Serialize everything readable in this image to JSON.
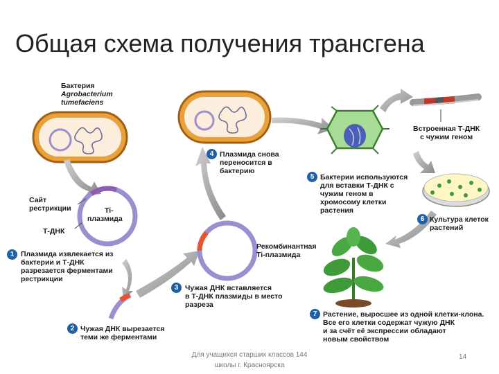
{
  "title": "Общая схема получения трансгена",
  "labels": {
    "bacterium_l1": "Бактерия",
    "bacterium_l2": "Agrobacterium",
    "bacterium_l3": "tumefaciens",
    "restriction_site_l1": "Сайт",
    "restriction_site_l2": "рестрикции",
    "ti_plasmid_l1": "Ti-",
    "ti_plasmid_l2": "плазмида",
    "t_dna": "Т-ДНК",
    "recombinant_l1": "Рекомбинантная",
    "recombinant_l2": "Ti-плазмида",
    "integrated_l1": "Встроенная Т-ДНК",
    "integrated_l2": "с чужим геном"
  },
  "steps": [
    {
      "num": "1",
      "lines": [
        "Плазмида извлекается из",
        "бактерии и Т-ДНК",
        "разрезается ферментами",
        "рестрикции"
      ]
    },
    {
      "num": "2",
      "lines": [
        "Чужая ДНК вырезается",
        "теми же ферментами"
      ]
    },
    {
      "num": "3",
      "lines": [
        "Чужая ДНК вставляется",
        "в Т-ДНК плазмиды в место",
        "разреза"
      ]
    },
    {
      "num": "4",
      "lines": [
        "Плазмида снова",
        "переносится в",
        "бактерию"
      ]
    },
    {
      "num": "5",
      "lines": [
        "Бактерии используются",
        "для вставки Т-ДНК с",
        "чужим геном в",
        "хромосому клетки",
        "растения"
      ]
    },
    {
      "num": "6",
      "lines": [
        "Культура клеток",
        "растений"
      ]
    },
    {
      "num": "7",
      "lines": [
        "Растение, выросшее из одной клетки-клона.",
        "Все его клетки содержат чужую ДНК",
        "и за счёт её экспрессии обладают",
        "новым свойством"
      ]
    }
  ],
  "footer": {
    "line1": "Для учащихся старших классов 144",
    "line2": "школы г. Красноярска",
    "page": "14"
  },
  "colors": {
    "bacterium_fill": "#e9a13b",
    "bacterium_inner": "#fbeedd",
    "plasmid": "#9b8fd0",
    "tdna": "#8e5bb5",
    "foreign_dna": "#e8542f",
    "step_badge": "#1f5fa8",
    "cell_green": "#7bc96a",
    "plant_green": "#3f9a3a",
    "arrow_gray": "#9a9a9a"
  }
}
